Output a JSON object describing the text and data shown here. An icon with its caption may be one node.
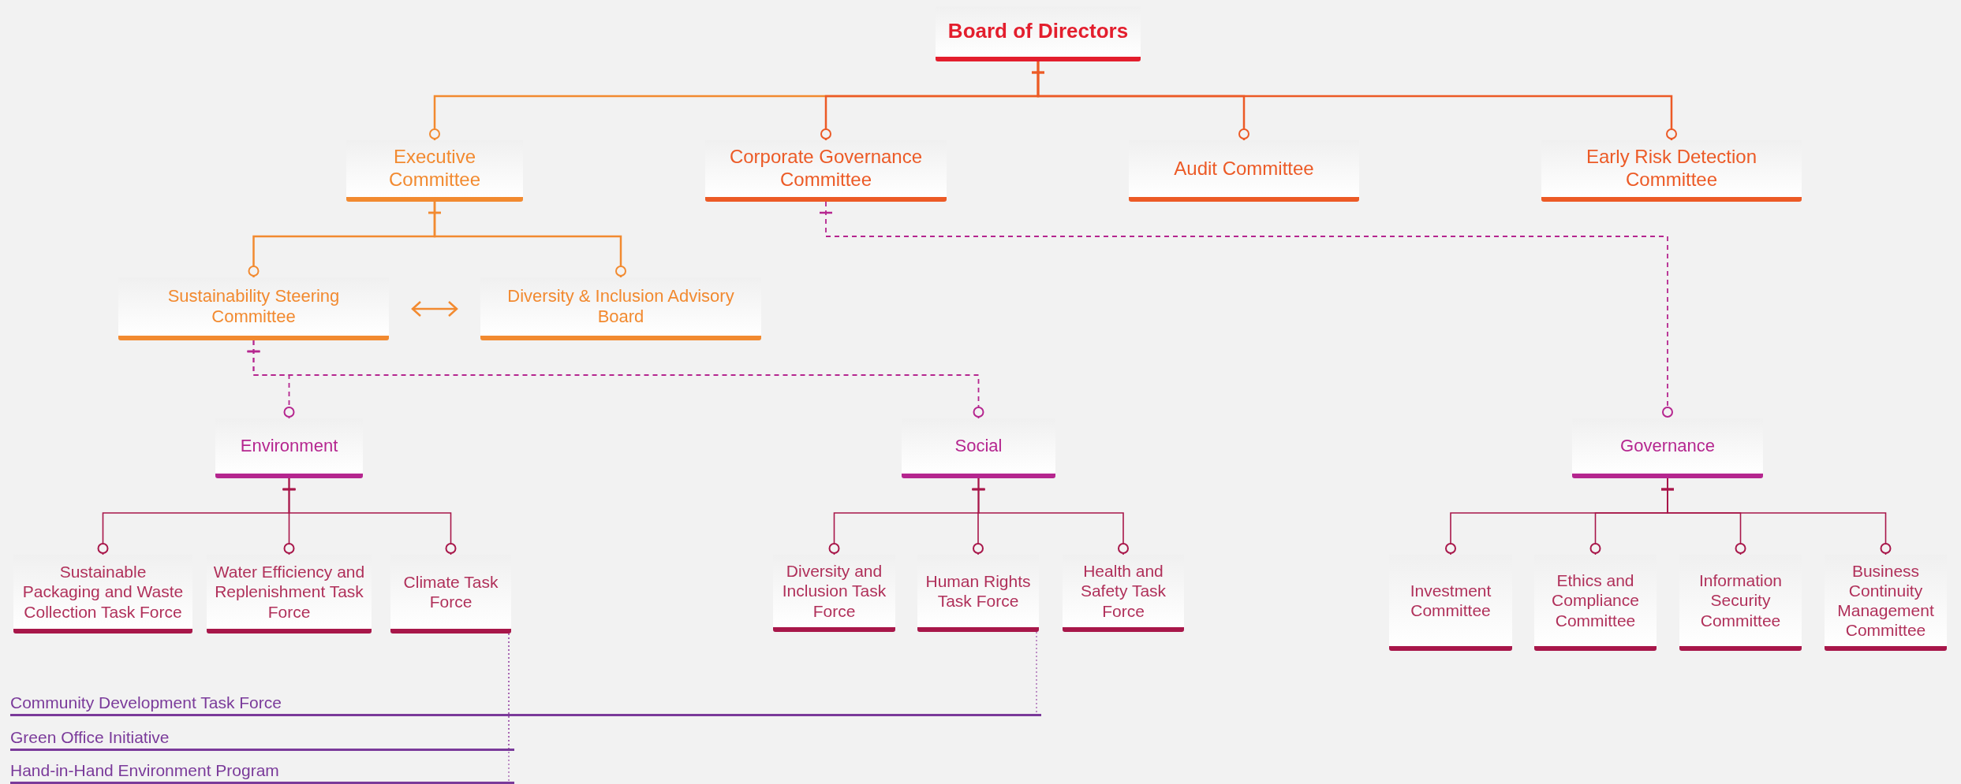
{
  "diagram": {
    "nodes": [
      {
        "text": [
          "Board of Directors"
        ]
      },
      {
        "text": [
          "Executive Committee"
        ]
      },
      {
        "text": [
          "Corporate Governance Committee"
        ]
      },
      {
        "text": [
          "Audit Committee"
        ]
      },
      {
        "text": [
          "Early Risk Detection Committee"
        ]
      },
      {
        "text": [
          "Sustainability Steering Committee"
        ]
      },
      {
        "text": [
          "Diversity & Inclusion Advisory Board"
        ]
      },
      {
        "text": [
          "Environment"
        ]
      },
      {
        "text": [
          "Social"
        ]
      },
      {
        "text": [
          "Governance"
        ]
      },
      {
        "text": [
          "Sustainable Packaging and Waste Collection Task Force"
        ]
      },
      {
        "text": [
          "Water Efficiency and Replenishment Task Force"
        ]
      },
      {
        "text": [
          "Climate Task Force"
        ]
      },
      {
        "text": [
          "Diversity and Inclusion Task Force"
        ]
      },
      {
        "text": [
          "Human Rights Task Force"
        ]
      },
      {
        "text": [
          "Health and Safety Task Force"
        ]
      },
      {
        "text": [
          "Investment Committee"
        ]
      },
      {
        "text": [
          "Ethics and Compliance Committee"
        ]
      },
      {
        "text": [
          "Information Security Committee"
        ]
      },
      {
        "text": [
          "Business Continuity Management Committee"
        ]
      },
      {
        "text": [
          "Community Development Task Force"
        ]
      },
      {
        "text": [
          "Green Office Initiative"
        ]
      },
      {
        "text": [
          "Hand-in-Hand Environment Program"
        ]
      }
    ],
    "edges": [
      {
        "from": 0,
        "to": 1,
        "arrow": "other",
        "color": "#f28a30"
      },
      {
        "from": 0,
        "to": 2,
        "arrow": "other",
        "color": "#ec5a26"
      },
      {
        "from": 0,
        "to": 3,
        "arrow": "other",
        "color": "#ec5a26"
      },
      {
        "from": 0,
        "to": 4,
        "arrow": "other",
        "color": "#ec5a26"
      },
      {
        "from": 1,
        "to": 5,
        "arrow": "other",
        "color": "#f28a30"
      },
      {
        "from": 1,
        "to": 6,
        "arrow": "other",
        "color": "#f28a30"
      },
      {
        "from": 5,
        "to": 6,
        "arrow": "both",
        "color": "#f28a30"
      },
      {
        "from": 2,
        "to": 9,
        "arrow": "other",
        "style": "dashed",
        "color": "#b5268f"
      },
      {
        "from": 5,
        "to": 7,
        "arrow": "other",
        "style": "dashed",
        "color": "#b5268f"
      },
      {
        "from": 5,
        "to": 8,
        "arrow": "other",
        "style": "dashed",
        "color": "#b5268f"
      },
      {
        "from": 7,
        "to": 10,
        "arrow": "other"
      },
      {
        "from": 7,
        "to": 11,
        "arrow": "other"
      },
      {
        "from": 7,
        "to": 12,
        "arrow": "other"
      },
      {
        "from": 8,
        "to": 13,
        "arrow": "other"
      },
      {
        "from": 8,
        "to": 14,
        "arrow": "other"
      },
      {
        "from": 8,
        "to": 15,
        "arrow": "other"
      },
      {
        "from": 9,
        "to": 16,
        "arrow": "other"
      },
      {
        "from": 9,
        "to": 17,
        "arrow": "other"
      },
      {
        "from": 9,
        "to": 18,
        "arrow": "other"
      },
      {
        "from": 9,
        "to": 19,
        "arrow": "other"
      },
      {
        "from": 14,
        "to": 20,
        "arrow": "none",
        "style": "dashed",
        "color": "#9b4fa8"
      },
      {
        "from": 12,
        "to": 21,
        "arrow": "none",
        "style": "dashed",
        "color": "#9b4fa8"
      },
      {
        "from": 12,
        "to": 22,
        "arrow": "none",
        "style": "dashed",
        "color": "#9b4fa8"
      }
    ]
  }
}
